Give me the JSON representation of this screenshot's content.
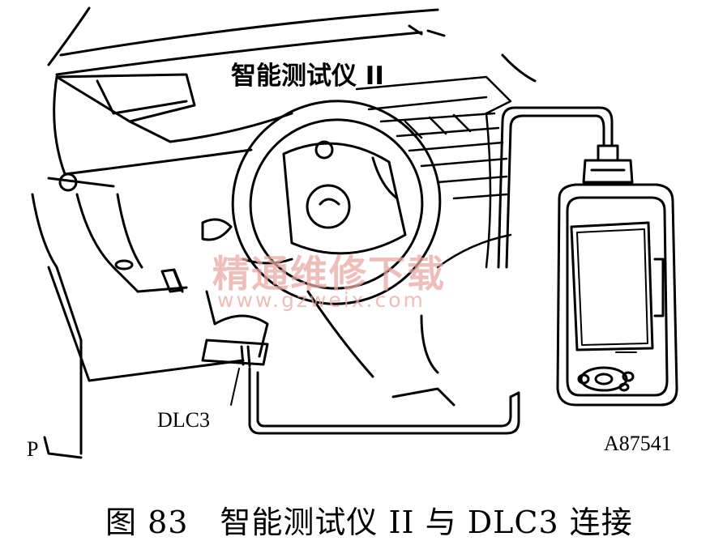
{
  "labels": {
    "device": "智能测试仪 II",
    "connector": "DLC3",
    "figure_id": "A87541",
    "corner_mark": "P"
  },
  "caption": "图 83　智能测试仪 II 与 DLC3 连接",
  "watermark": {
    "text": "精通维修下载",
    "url": "www.gzweix.com",
    "color": "#e9a9a4"
  },
  "colors": {
    "line": "#000000",
    "background": "#ffffff"
  }
}
